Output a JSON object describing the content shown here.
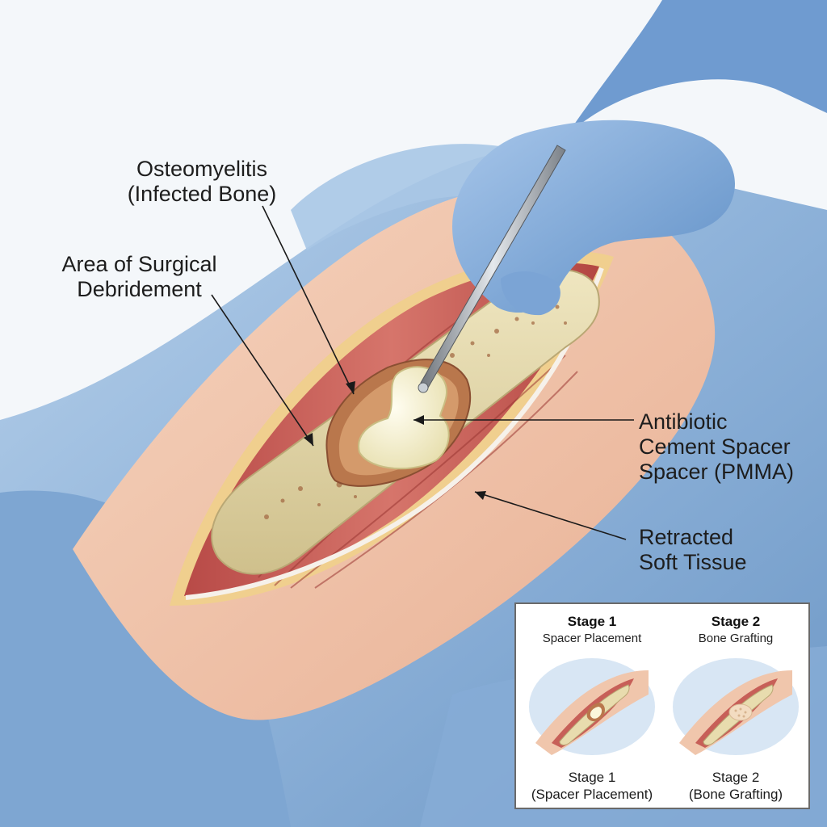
{
  "labels": {
    "osteomyelitis": {
      "line1": "Osteomyelitis",
      "line2": "(Infected Bone)"
    },
    "debridement": {
      "line1": "Area of Surgical",
      "line2": "Debridement"
    },
    "spacer": {
      "line1": "Antibiotic",
      "line2": "Cement Spacer",
      "line3": "Spacer (PMMA)"
    },
    "soft_tissue": {
      "line1": "Retracted",
      "line2": "Soft Tissue"
    }
  },
  "inset": {
    "stage1": {
      "title": "Stage 1",
      "subtitle": "Spacer Placement",
      "caption_line1": "Stage 1",
      "caption_line2": "(Spacer Placement)"
    },
    "stage2": {
      "title": "Stage 2",
      "subtitle": "Bone Grafting",
      "caption_line1": "Stage 2",
      "caption_line2": "(Bone Grafting)"
    }
  },
  "colors": {
    "drape": "#8fb6dc",
    "glove": "#7fa8d6",
    "skin": "#f1c3a8",
    "muscle": "#c9605a",
    "bone": "#e6dcb0",
    "spacer": "#f3efcc"
  }
}
